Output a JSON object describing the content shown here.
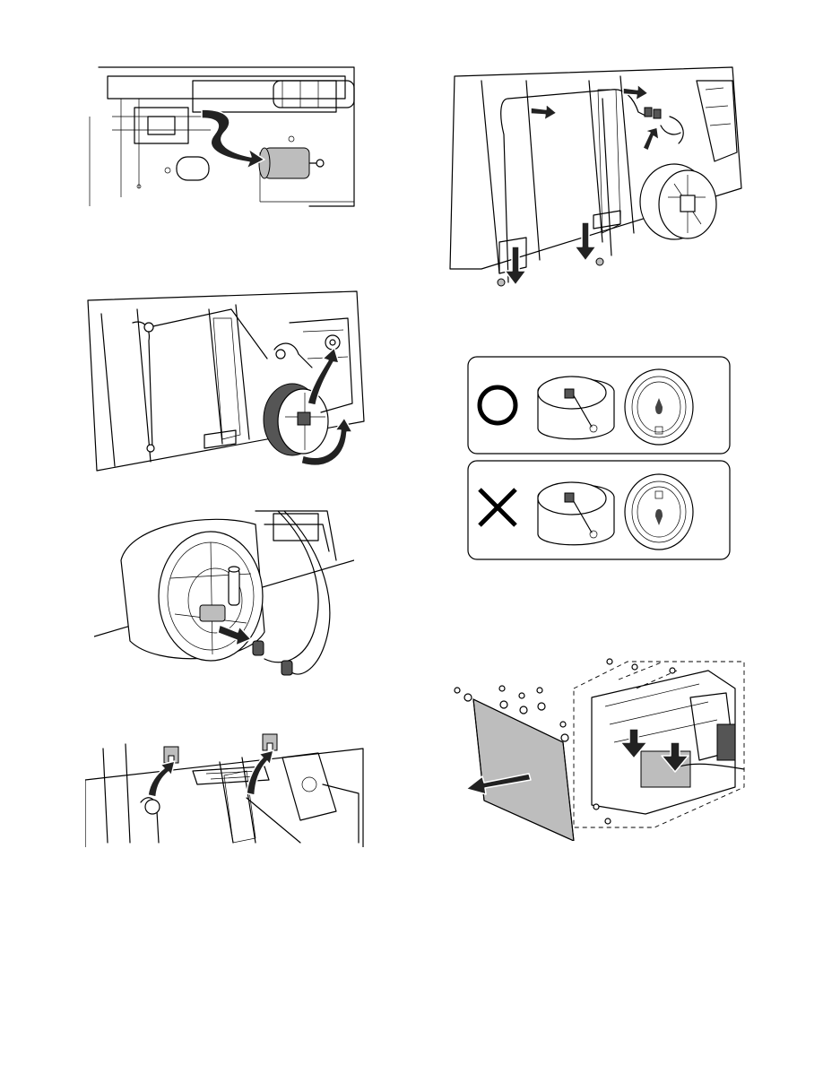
{
  "page": {
    "background": "#ffffff",
    "figures": [
      {
        "id": "fig-roller-removal",
        "icon": "roller-remove-illustration"
      },
      {
        "id": "fig-cable-pull-down",
        "icon": "cable-pull-illustration"
      },
      {
        "id": "fig-ering-spool-removal",
        "icon": "e-ring-removal-illustration"
      },
      {
        "id": "fig-orientation-check",
        "icon": "orientation-check-illustration",
        "correct_mark": "circle-ok-icon",
        "incorrect_mark": "cross-ng-icon"
      },
      {
        "id": "fig-spool-cable-connectors",
        "icon": "spool-cable-illustration"
      },
      {
        "id": "fig-cover-screws-removal",
        "icon": "cover-removal-illustration"
      },
      {
        "id": "fig-clamp-removal",
        "icon": "clamp-remove-illustration"
      }
    ]
  },
  "colors": {
    "line": "#000000",
    "part_gray": "#bdbdbd",
    "arrow": "#222222"
  }
}
